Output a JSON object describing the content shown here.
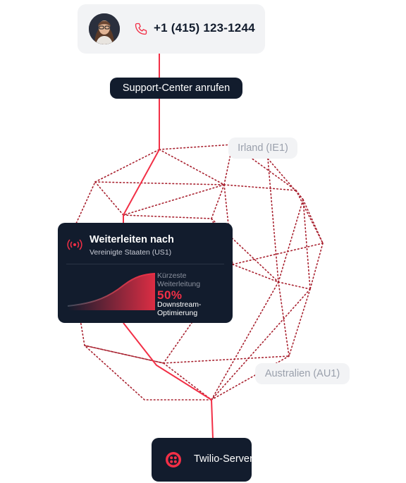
{
  "caller": {
    "phone_number": "+1 (415) 123-1244"
  },
  "steps": {
    "call_label": "Support-Center anrufen"
  },
  "regions": {
    "ireland": "Irland (IE1)",
    "australia": "Australien (AU1)"
  },
  "routing_card": {
    "title": "Weiterleiten nach",
    "subtitle": "Vereinigte Staaten (US1)",
    "metric_label": "Kürzeste Weiterleitung",
    "metric_value": "50%",
    "metric_caption": "Downstream-Optimierung"
  },
  "server": {
    "label": "Twilio-Server"
  },
  "colors": {
    "accent": "#f22f46",
    "dark": "#121c2d",
    "light": "#f2f3f5",
    "mesh": "#a8202e",
    "muted": "#9aa0ac"
  },
  "icons": {
    "phone": "phone-icon",
    "signal": "signal-icon",
    "server_logo": "twilio-logo-icon"
  }
}
